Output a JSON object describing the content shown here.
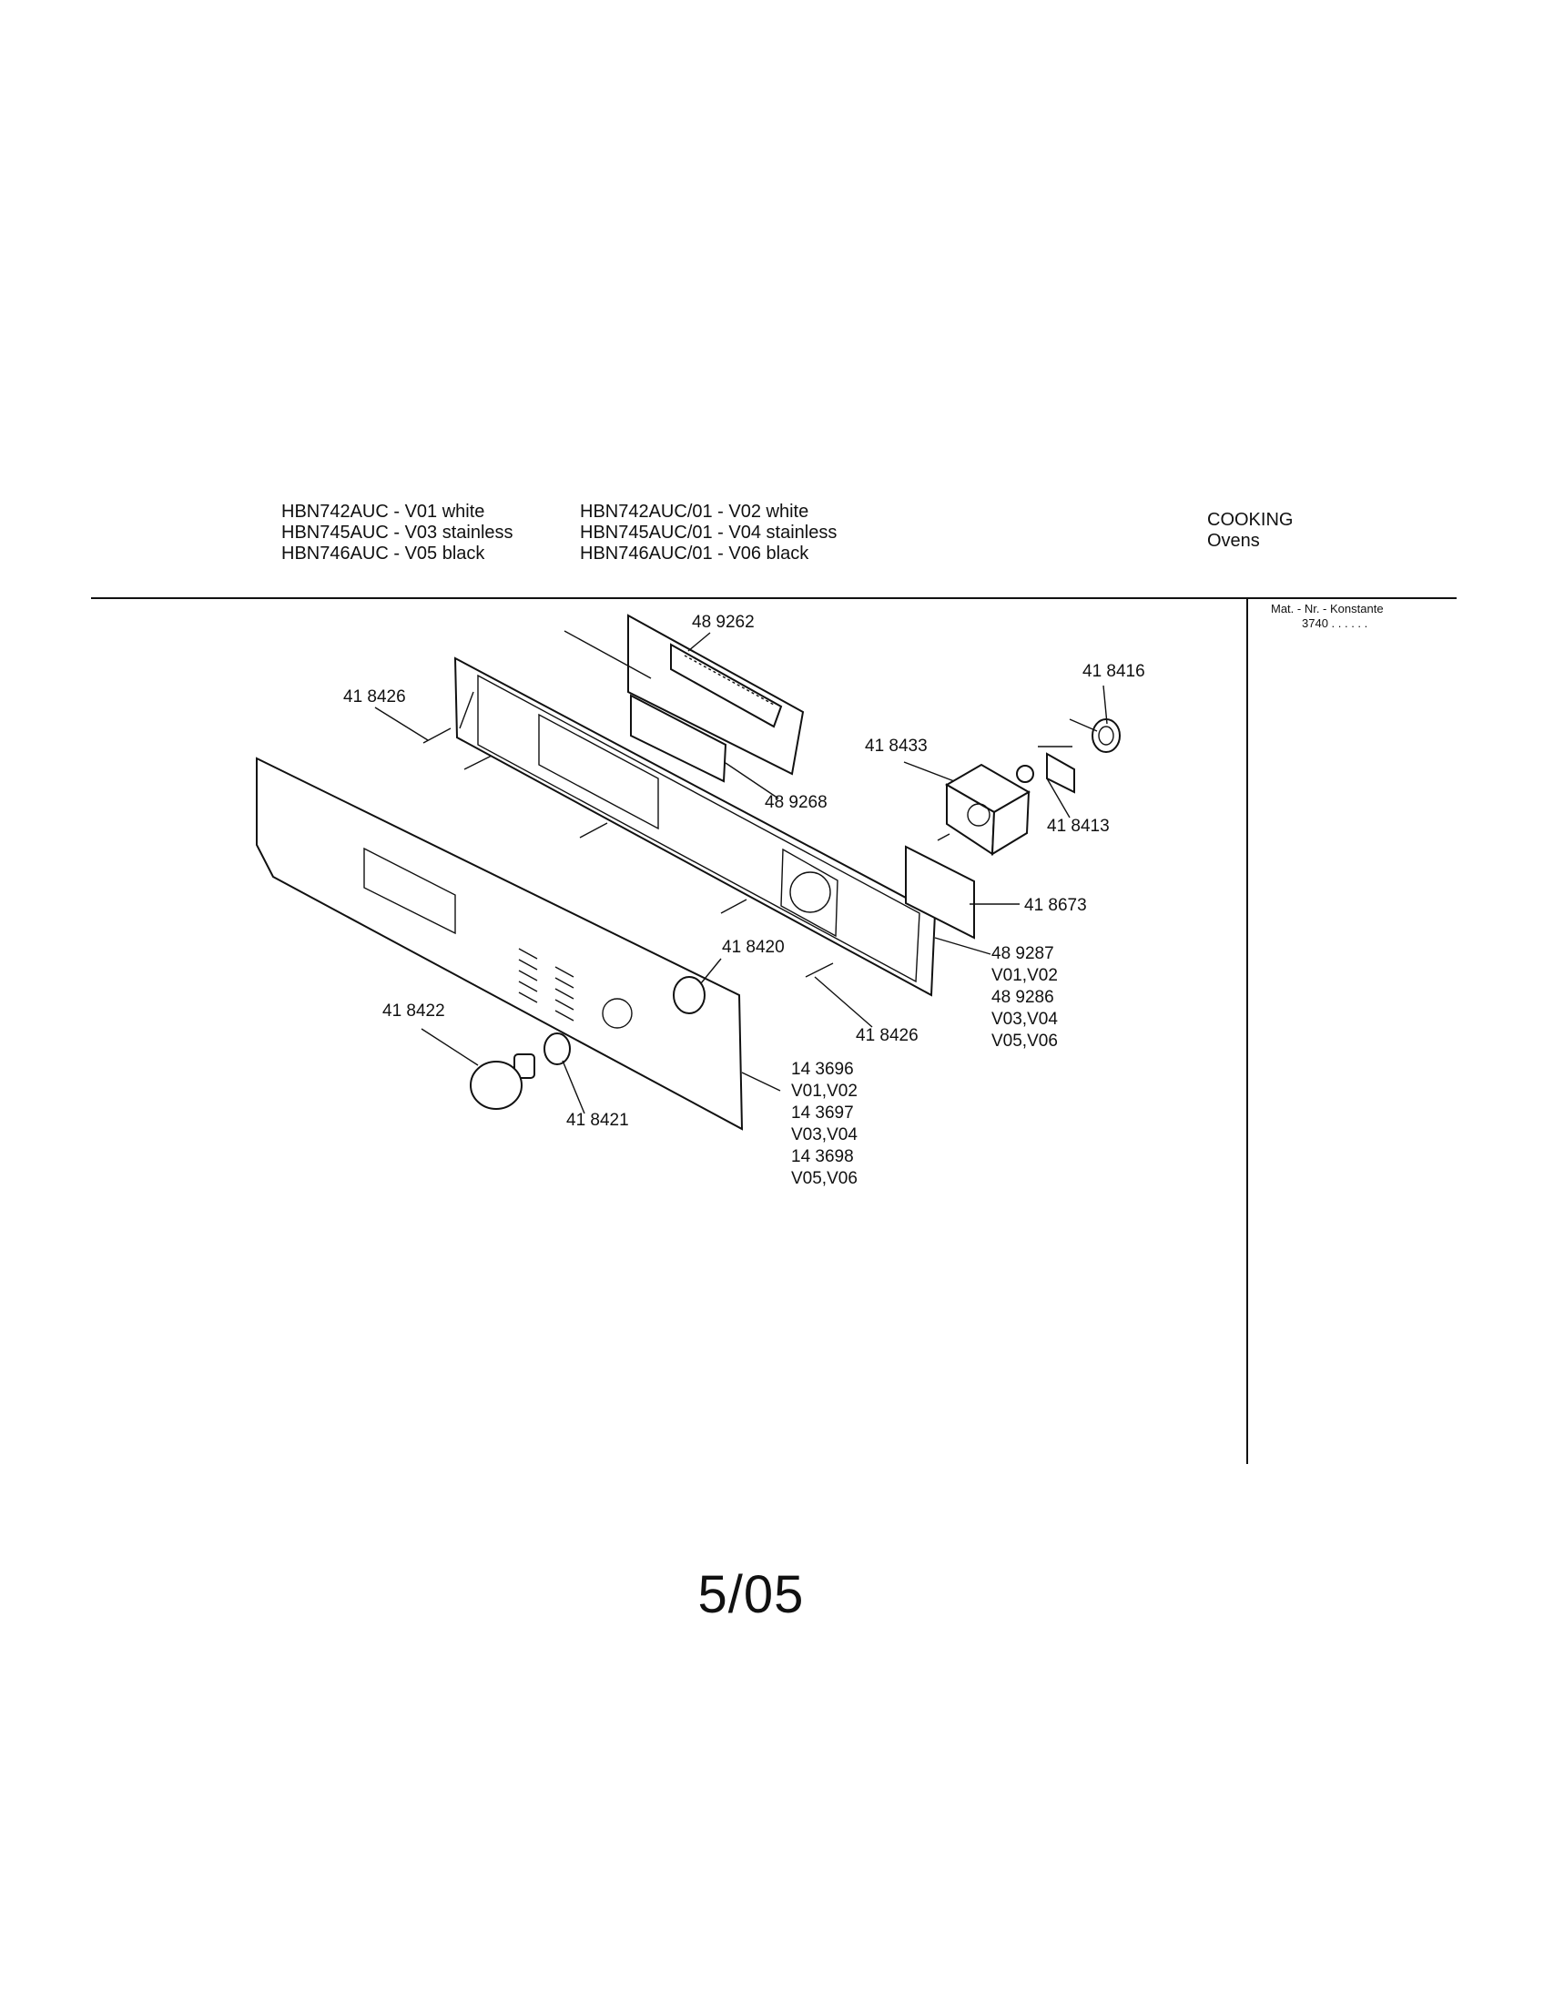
{
  "header": {
    "models_left": [
      "HBN742AUC - V01 white",
      "HBN745AUC - V03 stainless",
      "HBN746AUC - V05 black"
    ],
    "models_right": [
      "HBN742AUC/01 - V02 white",
      "HBN745AUC/01 - V04 stainless",
      "HBN746AUC/01 - V06 black"
    ],
    "category": "COOKING",
    "subcategory": "Ovens"
  },
  "side_panel": {
    "label": "Mat. - Nr. - Konstante",
    "value": "3740 . .  . . . ."
  },
  "parts": {
    "p489262": "48 9262",
    "p418426a": "41 8426",
    "p418416": "41 8416",
    "p418433": "41 8433",
    "p489268": "48 9268",
    "p418413": "41 8413",
    "p418673": "41 8673",
    "p418420": "41 8420",
    "p489287": [
      "48 9287",
      "V01,V02",
      "48 9286",
      "V03,V04",
      "V05,V06"
    ],
    "p418422": "41 8422",
    "p418426b": "41 8426",
    "p143696": [
      "14 3696",
      "V01,V02",
      "14 3697",
      "V03,V04",
      "14 3698",
      "V05,V06"
    ],
    "p418421": "41 8421"
  },
  "page_number": "5/05"
}
